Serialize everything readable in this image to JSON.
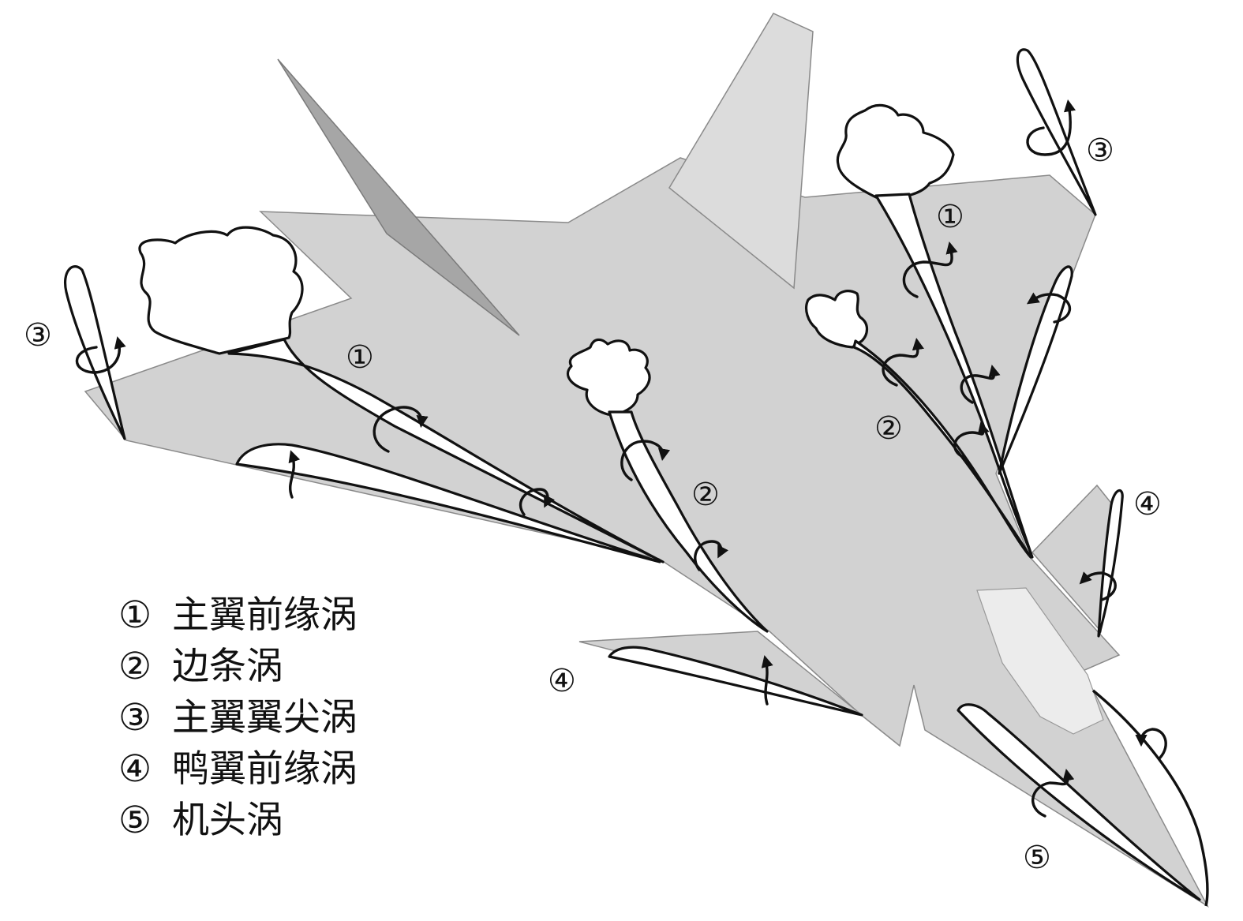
{
  "diagram": {
    "callouts": [
      {
        "id": "c1-left",
        "text": "①"
      },
      {
        "id": "c1-right",
        "text": "①"
      },
      {
        "id": "c2-mid",
        "text": "②"
      },
      {
        "id": "c2-right",
        "text": "②"
      },
      {
        "id": "c3-left",
        "text": "③"
      },
      {
        "id": "c3-right",
        "text": "③"
      },
      {
        "id": "c4-left",
        "text": "④"
      },
      {
        "id": "c4-right",
        "text": "④"
      },
      {
        "id": "c5",
        "text": "⑤"
      }
    ],
    "legend": [
      {
        "number": "①",
        "label": "主翼前缘涡"
      },
      {
        "number": "②",
        "label": "边条涡"
      },
      {
        "number": "③",
        "label": "主翼翼尖涡"
      },
      {
        "number": "④",
        "label": "鸭翼前缘涡"
      },
      {
        "number": "⑤",
        "label": "机头涡"
      }
    ]
  }
}
